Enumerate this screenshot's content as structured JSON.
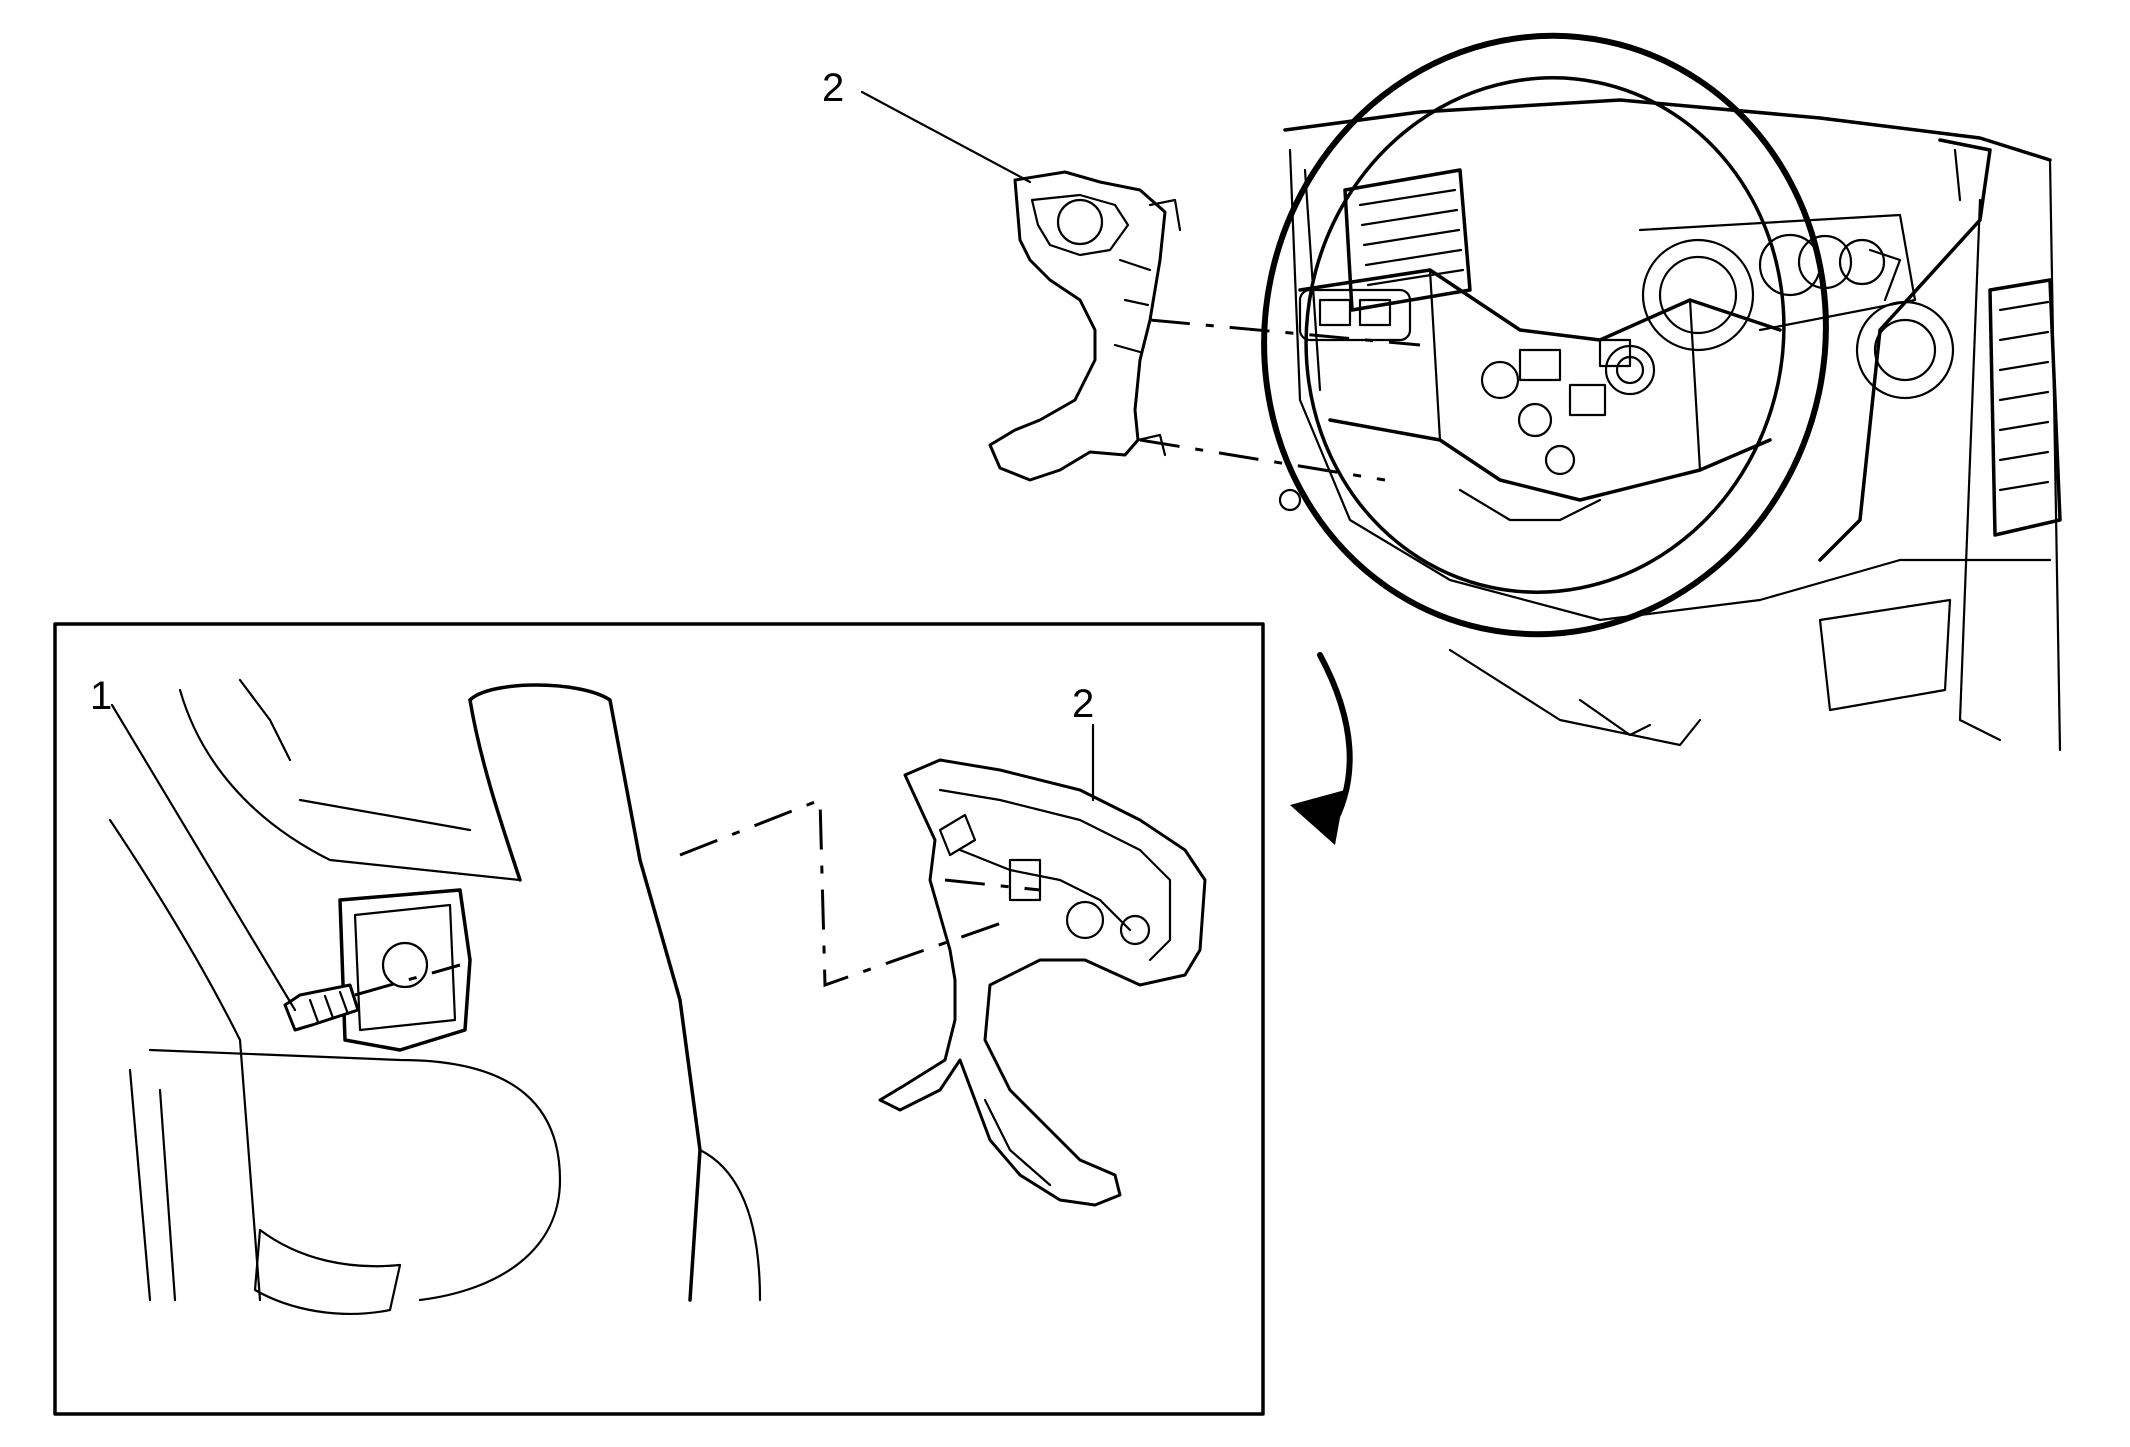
{
  "callouts": {
    "top_part": "2",
    "detail_fastener": "1",
    "detail_part": "2"
  },
  "colors": {
    "line": "#000000",
    "background": "#ffffff"
  }
}
